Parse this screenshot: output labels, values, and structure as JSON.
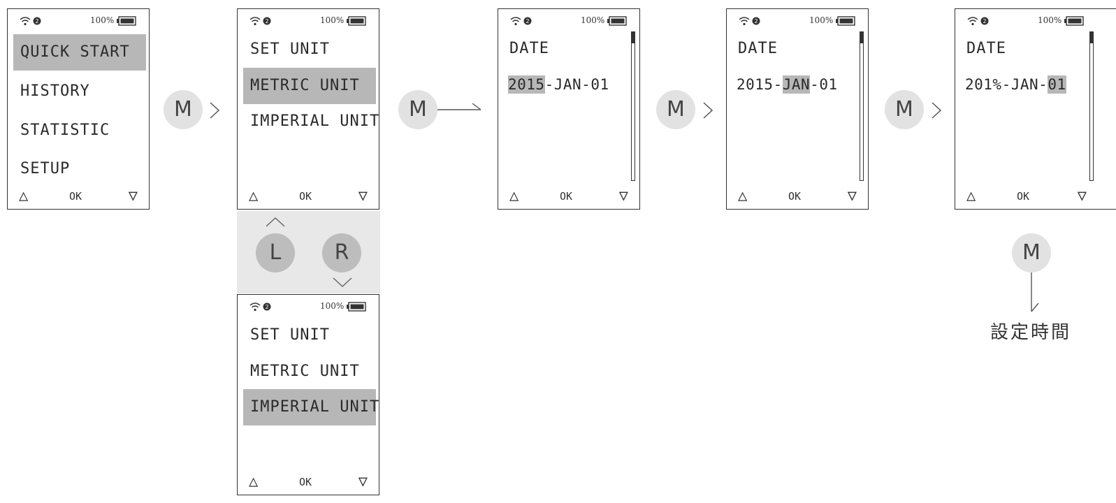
{
  "status": {
    "battery_percent": "100%"
  },
  "softkeys": {
    "up": "△",
    "ok": "OK",
    "down": "▽"
  },
  "screen1": {
    "items": [
      {
        "label": "QUICK START"
      },
      {
        "label": "HISTORY"
      },
      {
        "label": "STATISTIC"
      },
      {
        "label": "SETUP"
      }
    ],
    "selected_index": 0
  },
  "screen2": {
    "items": [
      {
        "label": "SET UNIT"
      },
      {
        "label": "METRIC UNIT"
      },
      {
        "label": "IMPERIAL UNIT"
      }
    ],
    "selected_index": 1
  },
  "screen3": {
    "items": [
      {
        "label": "SET UNIT"
      },
      {
        "label": "METRIC UNIT"
      },
      {
        "label": "IMPERIAL UNIT"
      }
    ],
    "selected_index": 2
  },
  "date_screens": [
    {
      "label": "DATE",
      "year": "2015",
      "sep1": "-",
      "month": "JAN",
      "sep2": "-",
      "day": "01",
      "highlight": "year"
    },
    {
      "label": "DATE",
      "year": "2015",
      "sep1": "-",
      "month": "JAN",
      "sep2": "-",
      "day": "01",
      "highlight": "month"
    },
    {
      "label": "DATE",
      "year": "201%",
      "sep1": "-",
      "month": "JAN",
      "sep2": "-",
      "day": "01",
      "highlight": "day"
    }
  ],
  "buttons": {
    "m": "M",
    "l": "L",
    "r": "R"
  },
  "caption": "設定時間"
}
